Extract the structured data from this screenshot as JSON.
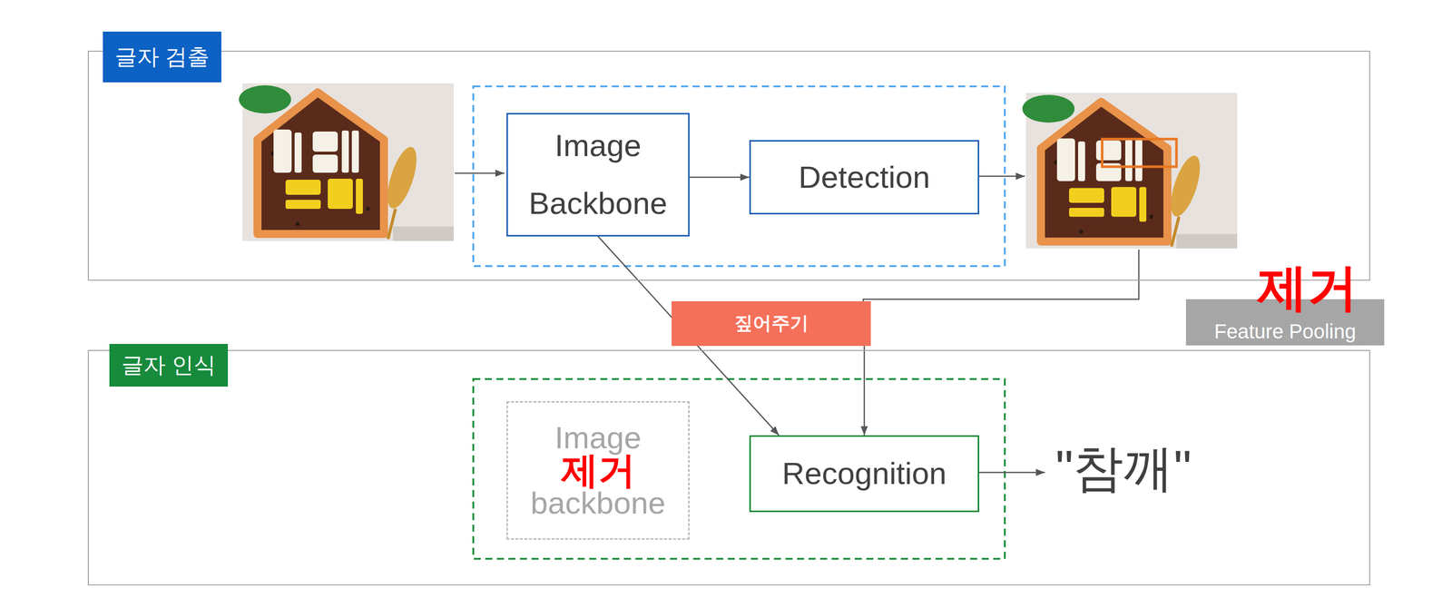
{
  "diagram": {
    "nodes": [
      {
        "text": [
          "글자 검출"
        ]
      },
      {
        "text": [
          "Image Backbone"
        ],
        "in": 0
      },
      {
        "text": [
          "Detection"
        ],
        "in": 0
      },
      {
        "text": [
          "짚어주기"
        ]
      },
      {
        "text": [
          "Feature Pooling"
        ]
      },
      {
        "text": [
          "글자 인식"
        ]
      },
      {
        "text": [
          "Image backbone"
        ],
        "in": 5
      },
      {
        "text": [
          "Recognition"
        ],
        "in": 5
      }
    ],
    "edges": [
      {
        "from": 1,
        "to": 2,
        "arrow": "to"
      },
      {
        "from": 1,
        "to": 7,
        "arrow": "to"
      },
      {
        "from": 3,
        "to": 7,
        "arrow": "to"
      }
    ],
    "labels": [
      "제거",
      "제거",
      "\"참깨\""
    ]
  }
}
